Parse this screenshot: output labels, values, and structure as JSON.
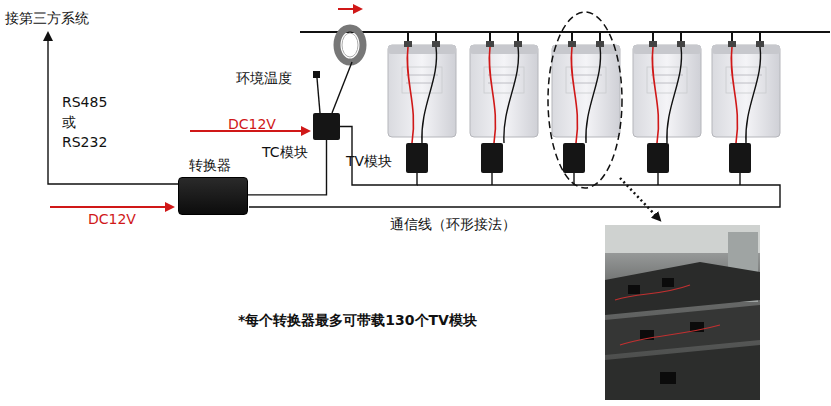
{
  "diagram": {
    "nodes": [
      {
        "text": [
          "转换器"
        ]
      },
      {
        "text": [
          "TC模块"
        ]
      },
      {
        "text": [
          "TV模块"
        ]
      }
    ],
    "edges": [
      {
        "from": 0,
        "to": 1,
        "arrow": "none"
      },
      {
        "from": 1,
        "to": 2,
        "arrow": "none"
      }
    ],
    "labels": [
      "接第三方系统",
      "RS485 或 RS232",
      "环境温度",
      "DC12V",
      "DC12V",
      "通信线（环形接法）",
      "*每个转换器最多可带载130个TV模块"
    ]
  }
}
